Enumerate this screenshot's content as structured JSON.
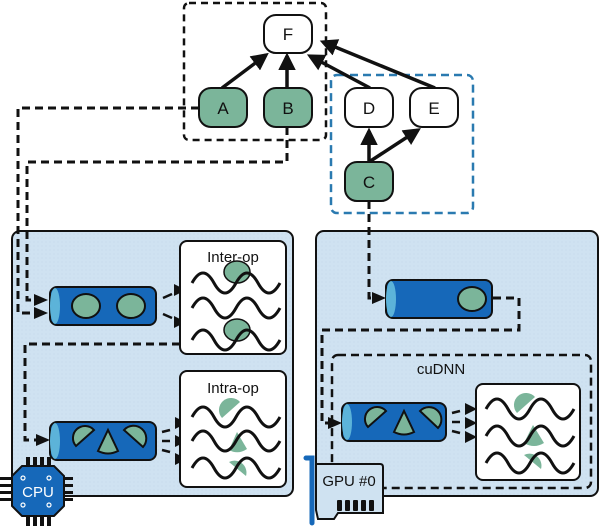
{
  "colors": {
    "panel_fill": "#cfe2f1",
    "node_green": "#7bb59a",
    "node_white": "#ffffff",
    "queue_blue": "#1668b9",
    "queue_cap": "#5cb3d9",
    "token_green": "#7bb59a",
    "blue_dash": "#2a7ab0",
    "ink": "#111111"
  },
  "graph": {
    "nodes": [
      {
        "id": "F",
        "label": "F",
        "fill": "white"
      },
      {
        "id": "A",
        "label": "A",
        "fill": "green"
      },
      {
        "id": "B",
        "label": "B",
        "fill": "green"
      },
      {
        "id": "D",
        "label": "D",
        "fill": "white"
      },
      {
        "id": "E",
        "label": "E",
        "fill": "white"
      },
      {
        "id": "C",
        "label": "C",
        "fill": "green"
      }
    ],
    "edges": [
      {
        "from": "A",
        "to": "F"
      },
      {
        "from": "B",
        "to": "F"
      },
      {
        "from": "D",
        "to": "F"
      },
      {
        "from": "E",
        "to": "F"
      },
      {
        "from": "C",
        "to": "D"
      },
      {
        "from": "C",
        "to": "E"
      }
    ]
  },
  "cpu_panel": {
    "inter_op_label": "Inter-op",
    "intra_op_label": "Intra-op",
    "chip_label": "CPU"
  },
  "gpu_panel": {
    "cudnn_label": "cuDNN",
    "card_label": "GPU #0"
  }
}
